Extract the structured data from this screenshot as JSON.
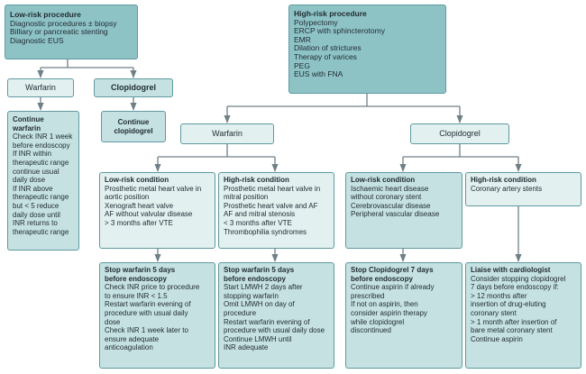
{
  "low_risk_procedure": {
    "title": "Low-risk procedure",
    "lines": [
      "Diagnostic procedures ± biopsy",
      "Billiary or pancreatic stenting",
      "Diagnostic EUS"
    ]
  },
  "high_risk_procedure": {
    "title": "High-risk procedure",
    "lines": [
      "Polypectomy",
      "ERCP with sphincterotomy",
      "EMR",
      "Dilation of strictures",
      "Therapy of varices",
      "PEG",
      "EUS with FNA"
    ]
  },
  "low_warfarin": {
    "label": "Warfarin"
  },
  "low_clopidogrel": {
    "label": "Clopidogrel"
  },
  "continue_warfarin": {
    "title_lines": [
      "Continue",
      "warfarin"
    ],
    "lines": [
      "Check INR 1 week",
      "before endoscopy",
      "If INR within",
      "therapeutic range",
      "continue usual",
      "daily dose",
      "If INR above",
      "therapeutic range",
      "but < 5 reduce",
      "daily dose until",
      "INR returns to",
      "therapeutic range"
    ]
  },
  "continue_clopidogrel": {
    "title_lines": [
      "Continue",
      "clopidogrel"
    ]
  },
  "high_warfarin": {
    "label": "Warfarin"
  },
  "high_clopidogrel": {
    "label": "Clopidogrel"
  },
  "w_low_condition": {
    "title": "Low-risk condition",
    "lines": [
      "Prosthetic metal heart valve in",
      "aortic position",
      "Xenograft heart valve",
      "AF without valvular disease",
      "> 3 months after VTE"
    ]
  },
  "w_high_condition": {
    "title": "High-risk condition",
    "lines": [
      "Prosthetic metal heart valve in",
      "mitral position",
      "Prosthetic heart valve and AF",
      "AF and mitral stenosis",
      "< 3 months after VTE",
      "Thrombophilia syndromes"
    ]
  },
  "c_low_condition": {
    "title": "Low-risk condition",
    "lines": [
      "Ischaemic heart disease",
      "without coronary stent",
      "Cerebrovascular disease",
      "Peripheral vascular disease"
    ]
  },
  "c_high_condition": {
    "title": "High-risk condition",
    "lines": [
      "Coronary artery stents"
    ]
  },
  "stop_warfarin_low": {
    "title_lines": [
      "Stop warfarin 5 days",
      "before endoscopy"
    ],
    "lines": [
      "Check INR price to procedure",
      "to ensure INR < 1.5",
      "Restart warfarin evening of",
      "procedure with usual daily",
      "dose",
      "Check INR 1 week later to",
      "ensure adequate",
      "anticoagulation"
    ]
  },
  "stop_warfarin_high": {
    "title_lines": [
      "Stop warfarin 5 days",
      "before endoscopy"
    ],
    "lines": [
      "Start LMWH 2 days after",
      "stopping warfarin",
      "Omit LMWH on day of",
      "procedure",
      "Restart warfarin evening of",
      "procedure with usual daily dose",
      "Continue LMWH until",
      "INR adequate"
    ]
  },
  "stop_clopidogrel": {
    "title_lines": [
      "Stop Clopidogrel 7 days",
      "before endoscopy"
    ],
    "lines": [
      "Continue aspirin if already",
      "prescribed",
      "If not on aspirin, then",
      "consider aspirin therapy",
      "while clopidogrel",
      "discontinued"
    ]
  },
  "liaise_cardiologist": {
    "title_lines": [
      "Liaise with cardiologist"
    ],
    "lines": [
      "Consider stopping clopidogrel",
      "7 days before endoscopy if:",
      "> 12 months after",
      "insertion of drug-eluting",
      "coronary stent",
      "> 1 month after insertion of",
      "bare metal coronary stent",
      "Continue aspirin"
    ]
  },
  "colors": {
    "dark_fill": "#8ec3c6",
    "mid_fill": "#c5e1e2",
    "pale_fill": "#e2f0f0",
    "arrow": "#6f7f86",
    "border": "#5f9aa0"
  }
}
